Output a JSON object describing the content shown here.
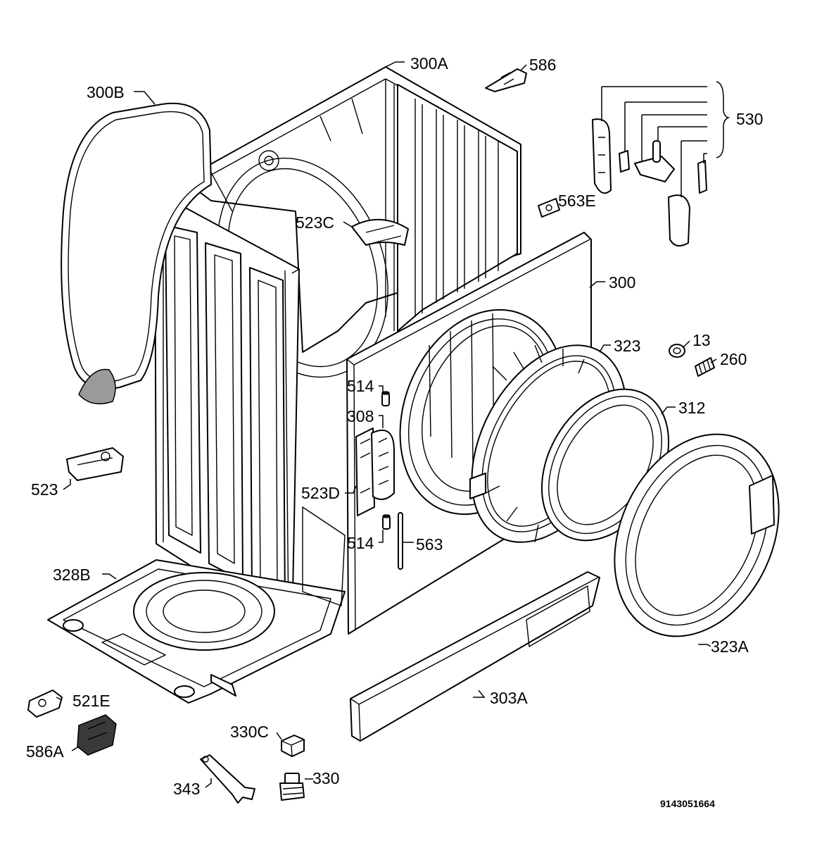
{
  "labels": {
    "l300A": "300A",
    "l586": "586",
    "l300B": "300B",
    "l530": "530",
    "l563E": "563E",
    "l523C": "523C",
    "l300": "300",
    "l323": "323",
    "l13": "13",
    "l260": "260",
    "l514a": "514",
    "l308": "308",
    "l312": "312",
    "l523": "523",
    "l523D": "523D",
    "l514b": "514",
    "l563": "563",
    "l328B": "328B",
    "l323A": "323A",
    "l521E": "521E",
    "l303A": "303A",
    "l330C": "330C",
    "l586A": "586A",
    "l343": "343",
    "l330": "330"
  },
  "drawing_code": "9143051664"
}
